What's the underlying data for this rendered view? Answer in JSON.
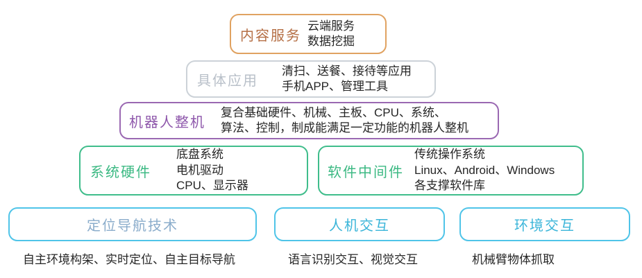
{
  "layers": {
    "content_service": {
      "label": "内容服务",
      "details": [
        "云端服务",
        "数据挖掘"
      ],
      "border_color": "#e0a261",
      "label_color": "#b56f45"
    },
    "application": {
      "label": "具体应用",
      "details": [
        "清扫、送餐、接待等应用",
        "手机APP、管理工具"
      ],
      "border_color": "#ccd2d8",
      "label_color": "#b9c0c9"
    },
    "robot_unit": {
      "label": "机器人整机",
      "details": [
        "复合基础硬件、机械、主板、CPU、系统、",
        "算法、控制，制成能满足一定功能的机器人整机"
      ],
      "border_color": "#9a68b2",
      "label_color": "#8e57ab"
    },
    "system_hardware": {
      "label": "系统硬件",
      "details": [
        "底盘系统",
        "电机驱动",
        "CPU、显示器"
      ],
      "border_color": "#3fbd8b",
      "label_color": "#3cb983"
    },
    "software_middleware": {
      "label": "软件中间件",
      "details": [
        "传统操作系统",
        "Linux、Android、Windows",
        "各支撑软件库"
      ],
      "border_color": "#3fbd8b",
      "label_color": "#3cb983"
    }
  },
  "base_modules": [
    {
      "label": "定位导航技术",
      "caption": "自主环境构架、实时定位、自主目标导航",
      "border_color": "#4fc4e8",
      "label_color": "#8aaccb"
    },
    {
      "label": "人机交互",
      "caption": "语言识别交互、视觉交互",
      "border_color": "#4fc4e8",
      "label_color": "#3ab5d9"
    },
    {
      "label": "环境交互",
      "caption": "机械臂物体抓取",
      "border_color": "#4fc4e8",
      "label_color": "#3ab5d9"
    }
  ],
  "colors": {
    "background": "#ffffff",
    "body_text": "#262626"
  }
}
